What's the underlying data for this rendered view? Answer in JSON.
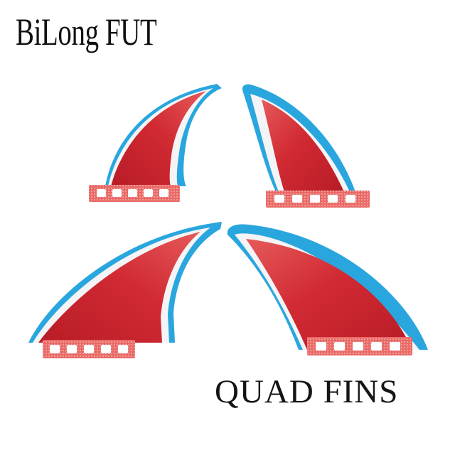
{
  "title": "BiLong FUT",
  "caption": "QUAD FINS",
  "colors": {
    "fin_red": "#c8242c",
    "fin_red_light": "#e04a4a",
    "fin_white": "#f4f4f6",
    "fin_blue": "#2aa6de",
    "base_pink": "#ea7470",
    "base_hole": "#ffffff"
  },
  "fins": [
    {
      "label": "fin-top-left"
    },
    {
      "label": "fin-top-right"
    },
    {
      "label": "fin-bottom-left"
    },
    {
      "label": "fin-bottom-right"
    }
  ]
}
